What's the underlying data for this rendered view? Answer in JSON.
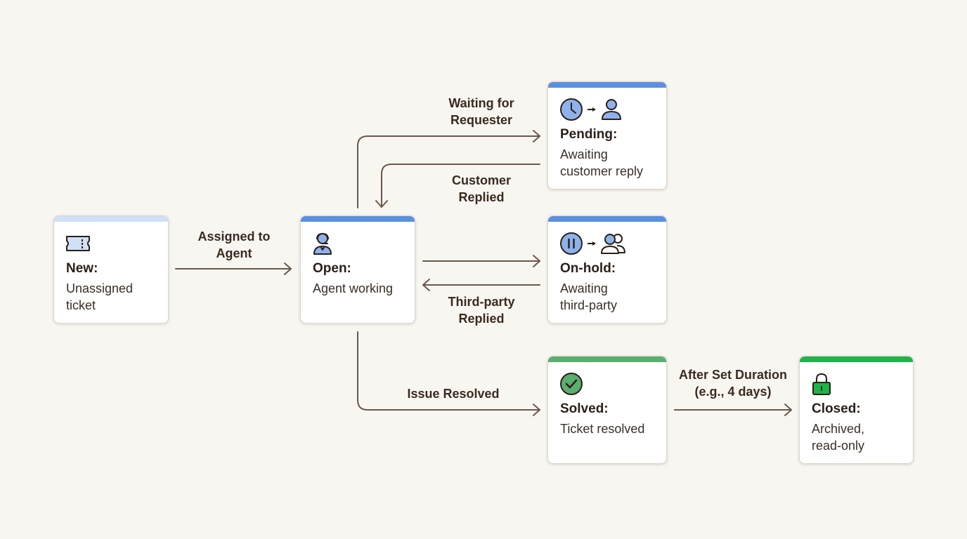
{
  "colors": {
    "background": "#f8f6f1",
    "edge": "#6b574b",
    "blue": "#5b8fe0",
    "light_blue": "#cfe0f7",
    "green_solved": "#5aae6f",
    "green_closed": "#1eb44a"
  },
  "nodes": {
    "new": {
      "title": "New:",
      "desc": [
        "Unassigned",
        "ticket"
      ],
      "icon": "ticket-icon"
    },
    "open": {
      "title": "Open:",
      "desc": [
        "Agent working"
      ],
      "icon": "agent-headset-icon"
    },
    "pending": {
      "title": "Pending:",
      "desc": [
        "Awaiting",
        "customer reply"
      ],
      "icon": [
        "clock-icon",
        "arrow-right-icon",
        "user-icon"
      ]
    },
    "onhold": {
      "title": "On-hold:",
      "desc": [
        "Awaiting",
        "third-party"
      ],
      "icon": [
        "pause-icon",
        "arrow-right-icon",
        "users-icon"
      ]
    },
    "solved": {
      "title": "Solved:",
      "desc": [
        "Ticket resolved"
      ],
      "icon": "check-circle-icon"
    },
    "closed": {
      "title": "Closed:",
      "desc": [
        "Archived,",
        "read-only"
      ],
      "icon": "lock-icon"
    }
  },
  "edges": {
    "assigned": {
      "label": [
        "Assigned to",
        "Agent"
      ]
    },
    "waiting": {
      "label": [
        "Waiting for",
        "Requester"
      ]
    },
    "customer": {
      "label": [
        "Customer",
        "Replied"
      ]
    },
    "thirdparty": {
      "label": [
        "Third-party",
        "Replied"
      ]
    },
    "resolved": {
      "label": [
        "Issue Resolved"
      ]
    },
    "duration": {
      "label": [
        "After Set Duration",
        "(e.g., 4 days)"
      ]
    }
  }
}
